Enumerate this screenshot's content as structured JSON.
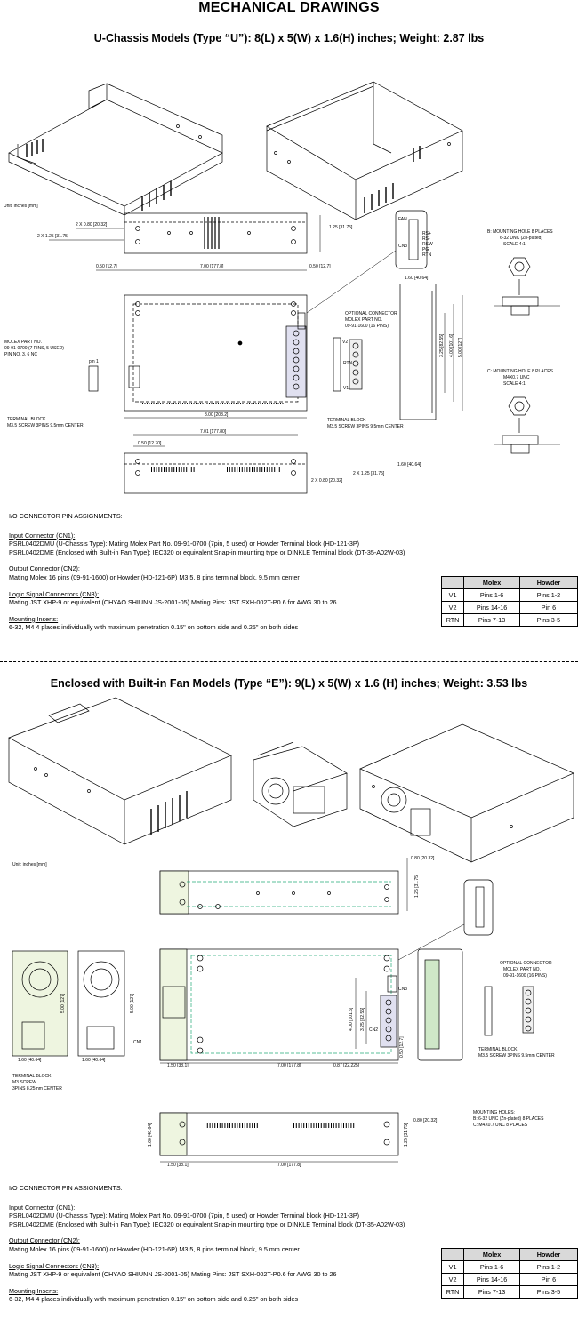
{
  "page_title": "MECHANICAL DRAWINGS",
  "section_u": {
    "title": "U-Chassis Models (Type “U”): 8(L) x 5(W) x 1.6(H) inches; Weight: 2.87 lbs",
    "unit_label": "Unit: inches [mm]",
    "dims": {
      "d1": "2 X 0.80 [20.32]",
      "d2": "2 X 1.25 [31.75]",
      "d3": "1.25 [31.75]",
      "d4": "0.50 [12.7]",
      "d5": "7.00 [177.8]",
      "d6": "0.50 [12.7]",
      "d7": "8.00 [203.2]",
      "d8": "7.01 [177.80]",
      "d9": "0.50 [12.70]",
      "d10": "1.60 [40.64]",
      "d11": "2 X 1.25 [31.75]",
      "d12": "2 X 0.80 [20.32]",
      "d13": "1.60 [40.64]",
      "d14": "3.25 [82.55]",
      "d15": "4.00 [101.6]",
      "d16": "5.00 [127]"
    },
    "notes": {
      "molex": [
        "MOLEX PART NO.",
        "09-91-0700 (7 PINS, 5 USED)",
        "PIN NO. 3, 6 NC"
      ],
      "terminal_block": [
        "TERMINAL BLOCK",
        "M3.5 SCREW 3PINS 9.5mm CENTER"
      ],
      "optional_connector": [
        "OPTIONAL CONNECTOR",
        "MOLEX PART NO.",
        "09-91-1600 (16 PINS)"
      ],
      "terminal_block2": [
        "TERMINAL BLOCK",
        "M3.5 SCREW 3PINS 9.5mm CENTER"
      ],
      "hole_b": [
        "B: MOUNTING HOLE 8 PLACES",
        "6-32 UNC (Zn-plated)",
        "SCALE 4:1"
      ],
      "hole_c": [
        "C: MOUNTING HOLE 8 PLACES",
        "M4X0.7 UNC",
        "SCALE 4:1"
      ],
      "pin1": "pin 1",
      "fan_labels": [
        "FAN",
        "CN3",
        "RS+",
        "RS-",
        "RSW",
        "PG",
        "RTN"
      ],
      "v_labels": [
        "V2",
        "RTN",
        "V1"
      ]
    },
    "io": {
      "heading": "I/O CONNECTOR PIN ASSIGNMENTS:",
      "input_label": "Input Connector (CN1):",
      "input_lines": [
        "PSRL0402DMU (U-Chassis Type): Mating Molex Part No. 09-91-0700 (7pin, 5 used) or Howder Terminal block (HD-121-3P)",
        "PSRL0402DME (Enclosed with Built-in Fan Type): IEC320 or equivalent Snap-in mounting type or DINKLE Terminal block (DT-35-A02W-03)"
      ],
      "output_label": "Output Connector (CN2):",
      "output_lines": [
        "Mating Molex 16 pins (09-91-1600) or Howder (HD-121-6P) M3.5, 8 pins terminal block, 9.5 mm center"
      ],
      "logic_label": "Logic Signal Connectors (CN3):",
      "logic_lines": [
        "Mating JST XHP-9 or equivalent (CHYAO SHIUNN JS-2001-05) Mating Pins: JST SXH-002T-P0.6 for AWG 30 to 26"
      ],
      "mount_label": "Mounting Inserts:",
      "mount_lines": [
        "6-32, M4 4 places individually with maximum penetration 0.15\" on bottom side and 0.25\" on both sides"
      ]
    }
  },
  "section_e": {
    "title": "Enclosed with Built-in Fan Models (Type “E”): 9(L) x 5(W) x 1.6 (H) inches; Weight: 3.53 lbs",
    "unit_label": "Unit: inches [mm]",
    "dims": {
      "d1": "0.80 [20.32]",
      "d2": "1.25 [31.75]",
      "d3": "1.60 [40.64]",
      "d4": "1.60 [40.64]",
      "d5": "1.50 [38.1]",
      "d6": "7.00 [177.8]",
      "d7": "0.87 [22.225]",
      "d8": "5.00 [127]",
      "d9": "5.00 [127]",
      "d10": "4.00 [101.6]",
      "d11": "3.25 [82.55]",
      "d12": "0.50 [12.7]",
      "d13": "1.60 [40.64]",
      "d14": "0.80 [20.32]",
      "d15": "1.25 [31.75]",
      "d16": "1.50 [38.1]",
      "d17": "7.00 [177.8]"
    },
    "notes": {
      "terminal_block": [
        "TERMINAL BLOCK",
        "M3 SCREW",
        "3PINS 8.25mm CENTER"
      ],
      "optional_connector": [
        "OPTIONAL CONNECTOR",
        "MOLEX PART NO.",
        "09-91-1600 (16 PINS)"
      ],
      "terminal_block2": [
        "TERMINAL BLOCK",
        "M3.5 SCREW 3PINS 9.5mm CENTER"
      ],
      "mounting_holes": [
        "MOUNTING HOLES:",
        "B: 6-32 UNC (Zn-plated) 8 PLACES",
        "C: M4X0.7 UNC 8 PLACES"
      ],
      "cn_labels": [
        "CN1",
        "CN2",
        "CN3"
      ]
    },
    "io": {
      "heading": "I/O CONNECTOR PIN ASSIGNMENTS:",
      "input_label": "Input Connector (CN1):",
      "input_lines": [
        "PSRL0402DMU (U-Chassis Type): Mating Molex Part No. 09-91-0700 (7pin, 5 used) or Howder Terminal block (HD-121-3P)",
        "PSRL0402DME (Enclosed with Built-in Fan Type): IEC320 or equivalent Snap-in mounting type or DINKLE Terminal block (DT-35-A02W-03)"
      ],
      "output_label": "Output Connector (CN2):",
      "output_lines": [
        "Mating Molex 16 pins (09-91-1600) or Howder (HD-121-6P) M3.5, 8 pins terminal block, 9.5 mm center"
      ],
      "logic_label": "Logic Signal Connectors (CN3):",
      "logic_lines": [
        "Mating JST XHP-9 or equivalent (CHYAO SHIUNN JS-2001-05) Mating Pins: JST SXH-002T-P0.6 for AWG 30 to 26"
      ],
      "mount_label": "Mounting Inserts:",
      "mount_lines": [
        "6-32, M4 4 places individually with maximum penetration 0.15\" on bottom side and 0.25\" on both sides"
      ]
    }
  },
  "pin_table": {
    "headers": [
      "",
      "Molex",
      "Howder"
    ],
    "rows": [
      [
        "V1",
        "Pins 1-6",
        "Pins 1-2"
      ],
      [
        "V2",
        "Pins 14-16",
        "Pin 6"
      ],
      [
        "RTN",
        "Pins 7-13",
        "Pins 3-5"
      ]
    ]
  }
}
